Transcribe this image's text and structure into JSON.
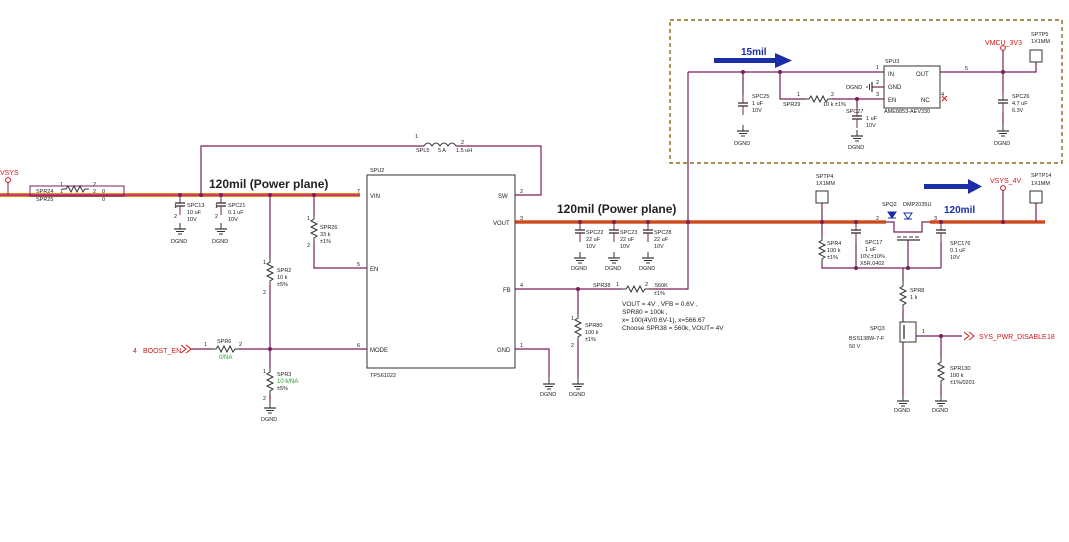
{
  "nets": {
    "vsys": "VSYS",
    "vmcu": "VMCU_3V3",
    "vsys4v": "VSYS_4V",
    "boost_en": "BOOST_EN",
    "boost_en_page": "4",
    "sys_pwr_disable": "SYS_PWR_DISABLE",
    "sys_pwr_disable_page": "18",
    "dgnd": "DGND"
  },
  "annotations": {
    "power_plane_1": "120mil (Power plane)",
    "power_plane_2": "120mil (Power plane)",
    "mil15": "15mil",
    "mil120": "120mil"
  },
  "calc": [
    "VOUT = 4V , VFB = 0.6V ,",
    "SPR80 = 100k ,",
    "x= 100(4V/0.6V-1), x=566.67",
    "Choose  SPR38 = 560k, VOUT= 4V"
  ],
  "ic_spu2": {
    "ref": "SPU2",
    "part": "TPS61022",
    "pins": {
      "vin": "VIN",
      "en": "EN",
      "mode": "MODE",
      "sw": "SW",
      "vout": "VOUT",
      "fb": "FB",
      "gnd": "GND",
      "n_vin": "7",
      "n_en": "5",
      "n_mode": "6",
      "n_sw": "2",
      "n_vout": "3",
      "n_fb": "4",
      "n_gnd": "1"
    }
  },
  "ic_spu3": {
    "ref": "SPU3",
    "part": "AME8853-AEV330",
    "pins": {
      "in": "IN",
      "gnd": "GND",
      "en": "EN",
      "out": "OUT",
      "nc": "NC",
      "n_in": "1",
      "n_gnd": "2",
      "n_en": "3",
      "n_out": "5",
      "n_nc": "4"
    }
  },
  "spl5": {
    "ref": "SPL5",
    "v1": "5 A",
    "v2": "1.5 uH",
    "p1": "1",
    "p2": "2"
  },
  "spr24": {
    "ref": "SPR24",
    "v": "0",
    "p1": "1",
    "p2": "2"
  },
  "spr25": {
    "ref": "SPR25",
    "v": "0",
    "p1": "1",
    "p2": "2"
  },
  "spc13": {
    "ref": "SPC13",
    "v1": "10 uF",
    "v2": "10V"
  },
  "spc21": {
    "ref": "SPC21",
    "v1": "0.1 uF",
    "v2": "10V"
  },
  "spr26": {
    "ref": "SPR26",
    "v1": "33 k",
    "v2": "±1%"
  },
  "spr2": {
    "ref": "SPR2",
    "v1": "10 k",
    "v2": "±5%"
  },
  "spr3": {
    "ref": "SPR3",
    "v1": "10 k/NA",
    "v2": "±5%"
  },
  "spr6": {
    "ref": "SPR6",
    "v1": "0/NA",
    "p1": "1",
    "p2": "2"
  },
  "spc22": {
    "ref": "SPC22",
    "v1": "22 uF",
    "v2": "10V"
  },
  "spc23": {
    "ref": "SPC23",
    "v1": "22 uF",
    "v2": "10V"
  },
  "spc28": {
    "ref": "SPC28",
    "v1": "22 uF",
    "v2": "10V"
  },
  "spr38": {
    "ref": "SPR38",
    "v1": "560K",
    "v2": "±1%",
    "p1": "1",
    "p2": "2"
  },
  "spr80": {
    "ref": "SPR80",
    "v1": "100 k",
    "v2": "±1%"
  },
  "sptp4": {
    "ref": "SPTP4",
    "v": "1X1MM"
  },
  "sptp14": {
    "ref": "SPTP14",
    "v": "1X1MM"
  },
  "sptp5": {
    "ref": "SPTP5",
    "v": "1X1MM"
  },
  "spr4": {
    "ref": "SPR4",
    "v1": "100 k",
    "v2": "±1%"
  },
  "spc17": {
    "ref": "SPC17",
    "v1": "1 uF",
    "v2": "10V,±10%",
    "v3": "X5R,0402"
  },
  "spq2": {
    "ref": "SPQ2",
    "part": "DMP2035U",
    "p2": "2",
    "p3": "3"
  },
  "spc176": {
    "ref": "SPC176",
    "v1": "0.1 uF",
    "v2": "10V"
  },
  "spr8": {
    "ref": "SPR8",
    "v1": "1 k"
  },
  "spq3": {
    "ref": "SPQ3",
    "part": "BSS138W-7-F",
    "v": "50 V",
    "p1": "1"
  },
  "spr130": {
    "ref": "SPR130",
    "v1": "100 k",
    "v2": "±1%/0201"
  },
  "spc25": {
    "ref": "SPC25",
    "v1": "1 uF",
    "v2": "10V"
  },
  "spr29": {
    "ref": "SPR29",
    "v1": "10 k ±1%",
    "p1": "1",
    "p2": "2"
  },
  "spc27": {
    "ref": "SPC27",
    "v1": "1 uF",
    "v2": "10V"
  },
  "spc26": {
    "ref": "SPC26",
    "v1": "4.7 uF",
    "v2": "6.3V"
  },
  "cap_pins": {
    "p1": "1",
    "p2": "2"
  },
  "colors": {
    "wire": "#7a1f5a",
    "power": "#e48a1c",
    "arrow": "#1a2ea8",
    "net_red": "#d01818",
    "na_green": "#17a02c",
    "box": "#8a6a1a"
  }
}
